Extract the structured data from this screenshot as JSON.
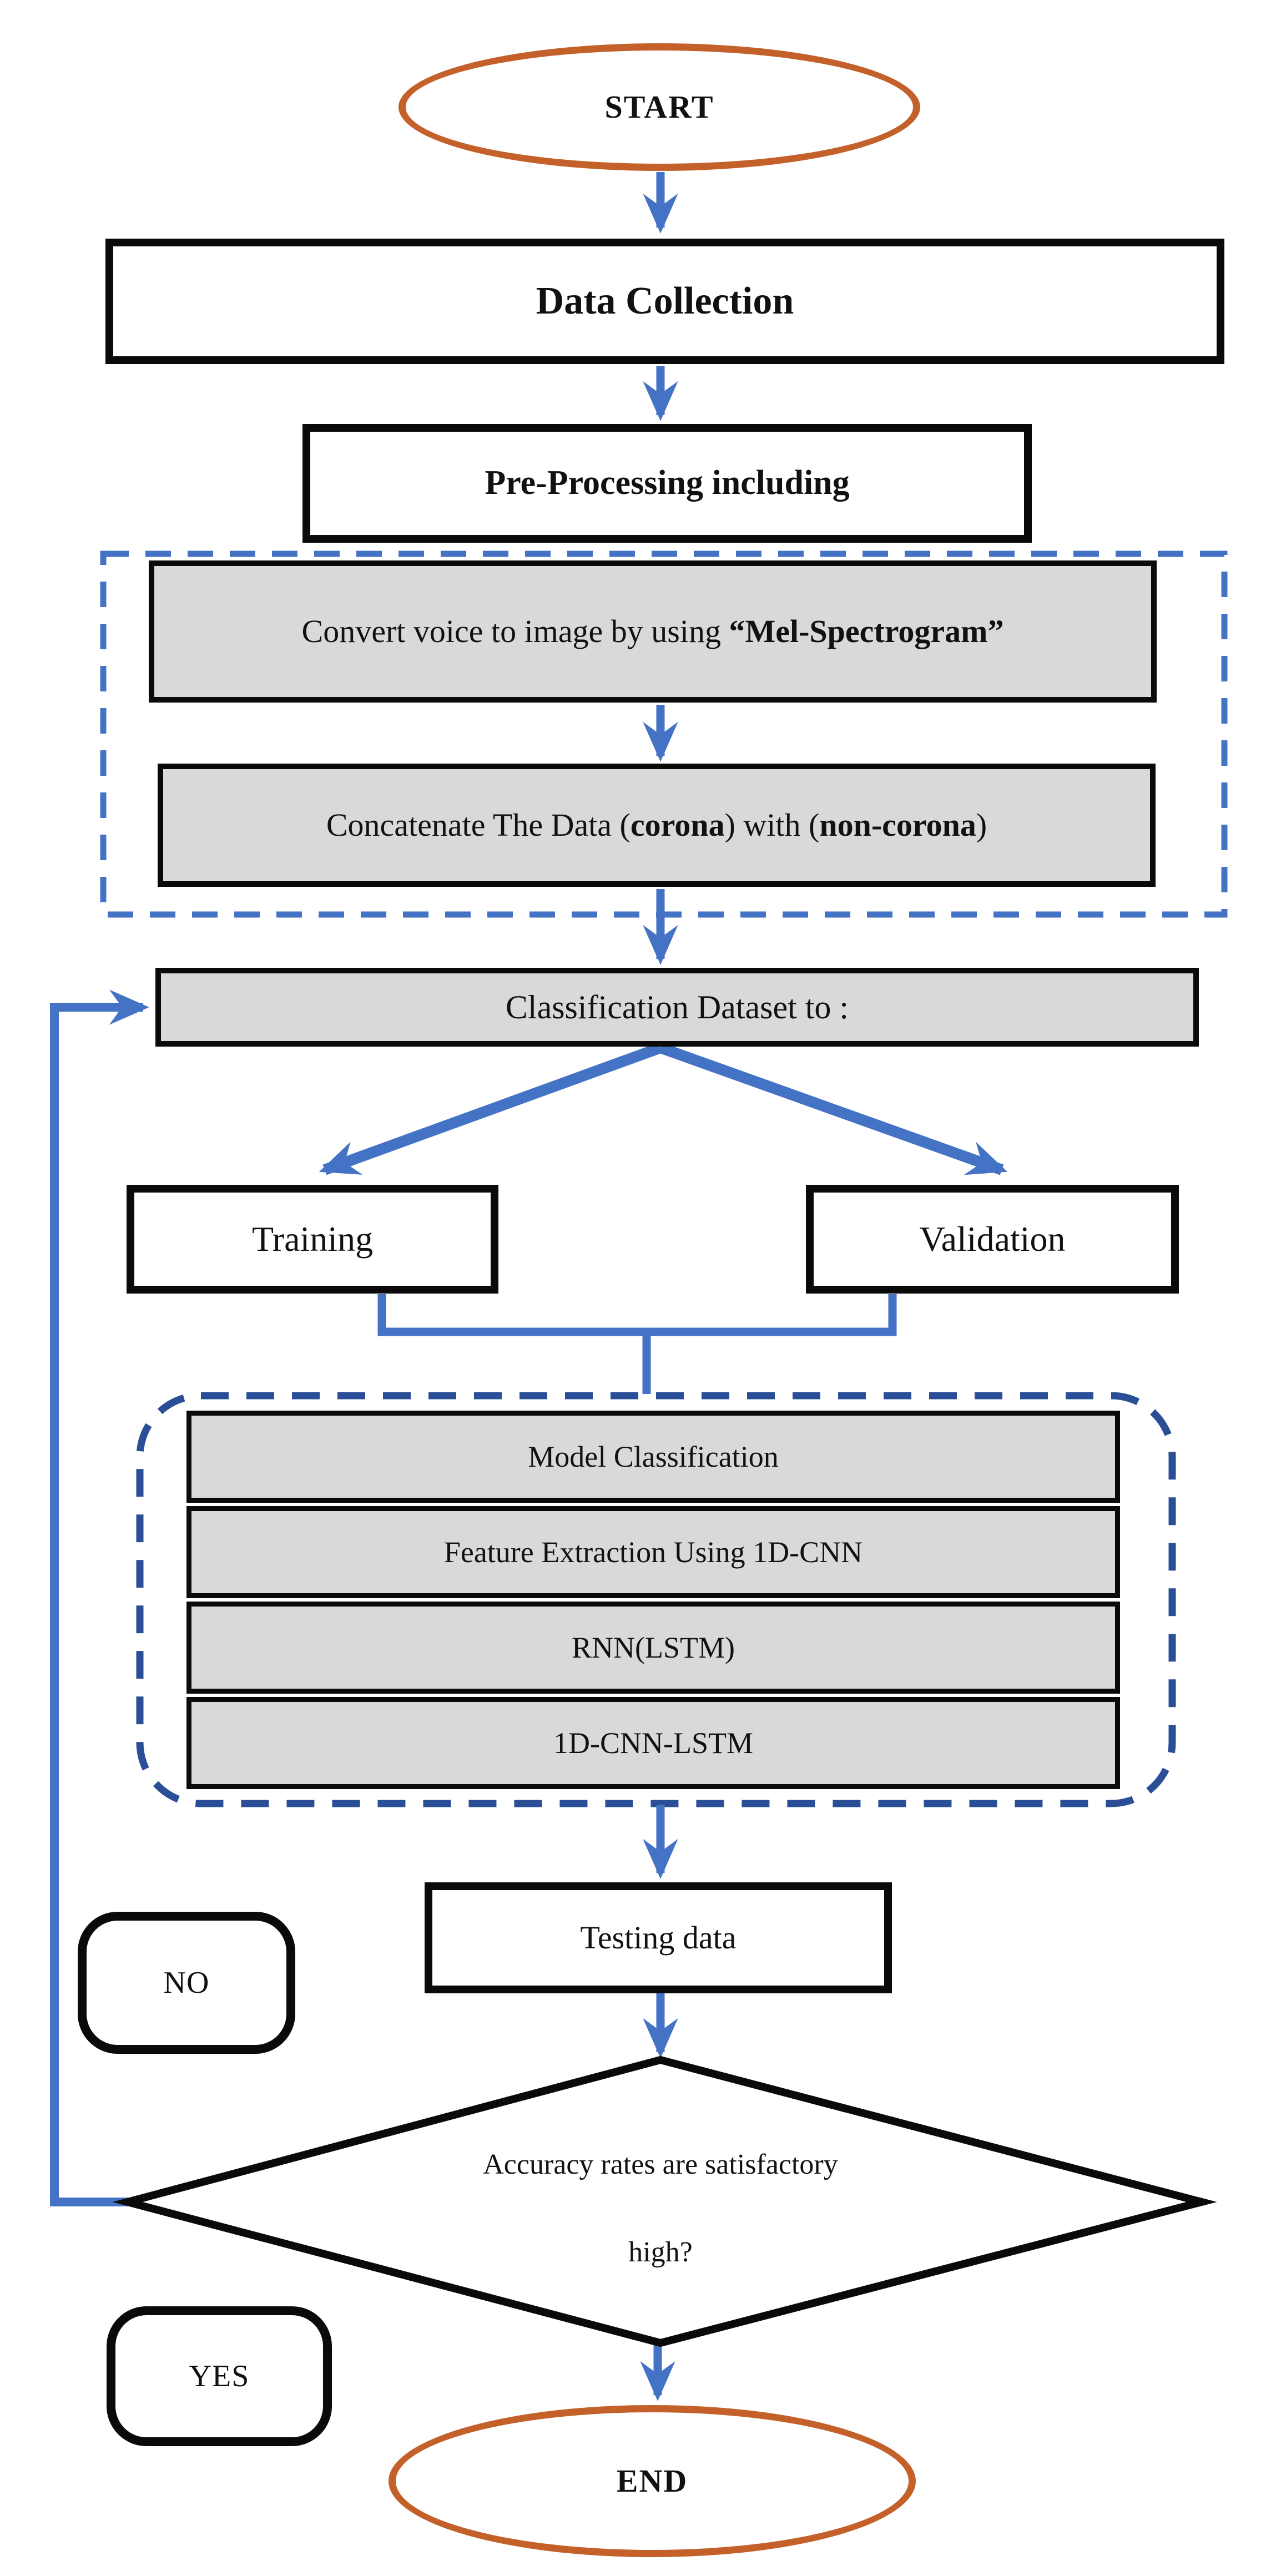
{
  "diagram": {
    "type": "flowchart",
    "colors": {
      "arrow_blue": "#4472C4",
      "model_dash_blue": "#2B4F96",
      "terminal_orange": "#C4602A",
      "box_gray": "#D9D9D9",
      "border_black": "#0A0A0A",
      "background": "#FFFFFF"
    },
    "nodes": {
      "start": {
        "label": "START"
      },
      "data_collection": {
        "label": "Data Collection"
      },
      "preprocessing": {
        "label": "Pre-Processing including"
      },
      "mel": {
        "prefix": "Convert voice to image by using ",
        "bold": "“Mel-Spectrogram”"
      },
      "concat": {
        "p1": "Concatenate The Data (",
        "b1": "corona",
        "p2": ") with (",
        "b2": "non-corona",
        "p3": ")"
      },
      "classification": {
        "label": "Classification Dataset to :"
      },
      "training": {
        "label": "Training"
      },
      "validation": {
        "label": "Validation"
      },
      "model_stack": {
        "rows": [
          "Model Classification",
          "Feature Extraction Using 1D-CNN",
          "RNN(LSTM)",
          "1D-CNN-LSTM"
        ]
      },
      "testing": {
        "label": "Testing data"
      },
      "decision": {
        "line1": "Accuracy rates are satisfactory",
        "line2": "high?"
      },
      "no": {
        "label": "NO"
      },
      "yes": {
        "label": "YES"
      },
      "end": {
        "label": "END"
      }
    }
  }
}
